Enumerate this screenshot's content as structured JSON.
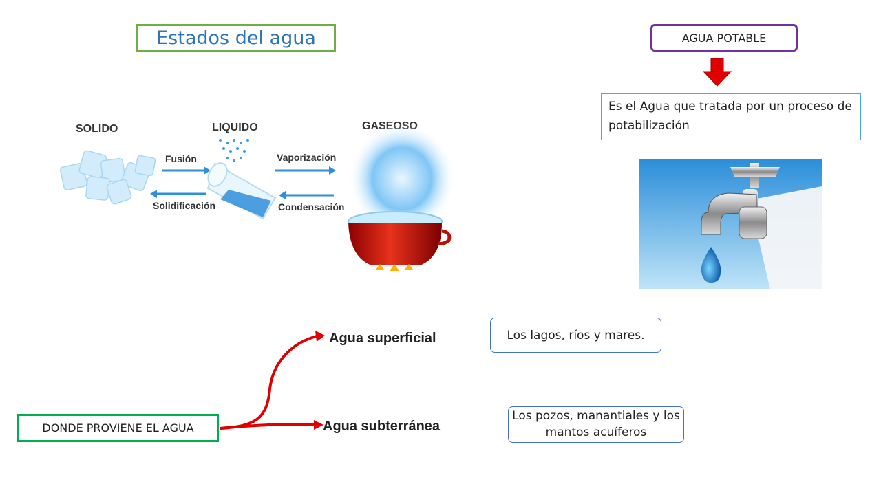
{
  "title": "Estados del agua",
  "states": {
    "solid": "SOLIDO",
    "liquid": "LIQUIDO",
    "gas": "GASEOSO",
    "fusion": "Fusión",
    "solidification": "Solidificación",
    "vaporization": "Vaporización",
    "condensation": "Condensación"
  },
  "potable": {
    "title": "AGUA POTABLE",
    "description": "Es el Agua que tratada por un proceso de potabilización"
  },
  "origin": {
    "title": "DONDE PROVIENE EL AGUA",
    "surface_label": "Agua superficial",
    "surface_desc": "Los lagos, ríos y mares.",
    "underground_label": "Agua subterránea",
    "underground_desc": "Los pozos, manantiales y los mantos acuíferos"
  },
  "colors": {
    "title_border": "#70ad47",
    "title_text": "#2e75b6",
    "potable_border": "#7030a0",
    "desc_border": "#4bacc6",
    "origin_border": "#00b050",
    "arrow_red": "#e00000"
  }
}
